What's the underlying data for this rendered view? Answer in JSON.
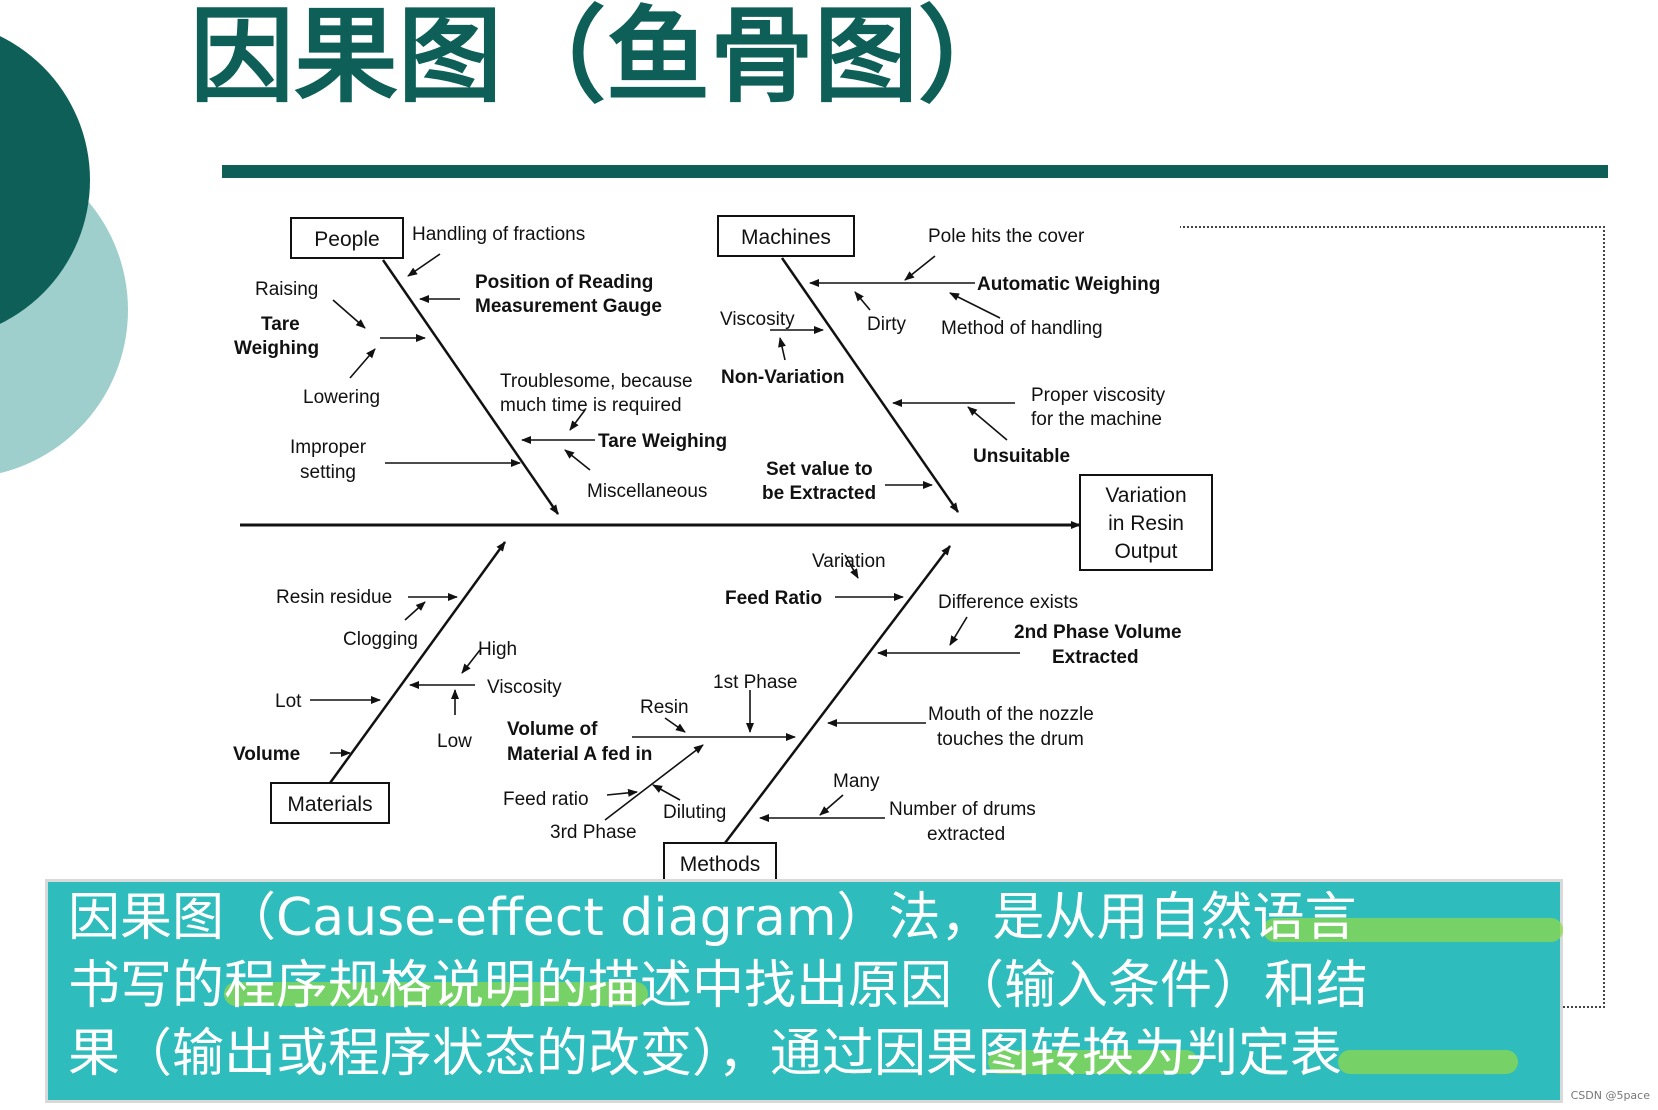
{
  "title": "因果图（鱼骨图）",
  "colors": {
    "accent": "#0d5f58",
    "accent_light": "#9ecfcc",
    "caption_bg": "#2fbcbc",
    "highlight": "#8fd94a"
  },
  "diagram": {
    "effect": [
      "Variation",
      "in Resin",
      "Output"
    ],
    "categories": {
      "people": "People",
      "machines": "Machines",
      "materials": "Materials",
      "methods": "Methods"
    },
    "causes": {
      "handling": "Handling  of fractions",
      "raising": "Raising",
      "tare_weighing_1": "Tare",
      "tare_weighing_2": "Weighing",
      "lowering": "Lowering",
      "position_1": "Position of Reading",
      "position_2": "Measurement Gauge",
      "troublesome_1": "Troublesome, because",
      "troublesome_2": "much time is required",
      "tare_weighing_b": "Tare Weighing",
      "miscellaneous": "Miscellaneous",
      "improper_1": "Improper",
      "improper_2": "setting",
      "pole": "Pole hits the cover",
      "auto_weighing": "Automatic Weighing",
      "viscosity_m": "Viscosity",
      "dirty": "Dirty",
      "method_handling": "Method of handling",
      "non_variation": "Non-Variation",
      "proper_1": "Proper viscosity",
      "proper_2": "for the machine",
      "unsuitable": "Unsuitable",
      "set_value_1": "Set value to",
      "set_value_2": "be Extracted",
      "resin_residue": "Resin residue",
      "clogging": "Clogging",
      "high": "High",
      "viscosity_mat": "Viscosity",
      "lot": "Lot",
      "low": "Low",
      "volume": "Volume",
      "variation": "Variation",
      "feed_ratio_b": "Feed Ratio",
      "difference": "Difference exists",
      "phase2_1": "2nd Phase Volume",
      "phase2_2": "Extracted",
      "phase1": "1st Phase",
      "resin": "Resin",
      "volume_of_1": "Volume of",
      "volume_of_2": "Material A fed in",
      "mouth_1": "Mouth of the nozzle",
      "mouth_2": "touches the drum",
      "feed_ratio": "Feed ratio",
      "phase3": "3rd Phase",
      "diluting": "Diluting",
      "many": "Many",
      "drums_1": "Number of drums",
      "drums_2": "extracted"
    }
  },
  "caption": {
    "line1": "因果图（Cause-effect diagram）法，是从用自然语言",
    "line2": "书写的程序规格说明的描述中找出原因（输入条件）和结",
    "line3": "果（输出或程序状态的改变），通过因果图转换为判定表"
  },
  "watermark": "CSDN @5pace"
}
